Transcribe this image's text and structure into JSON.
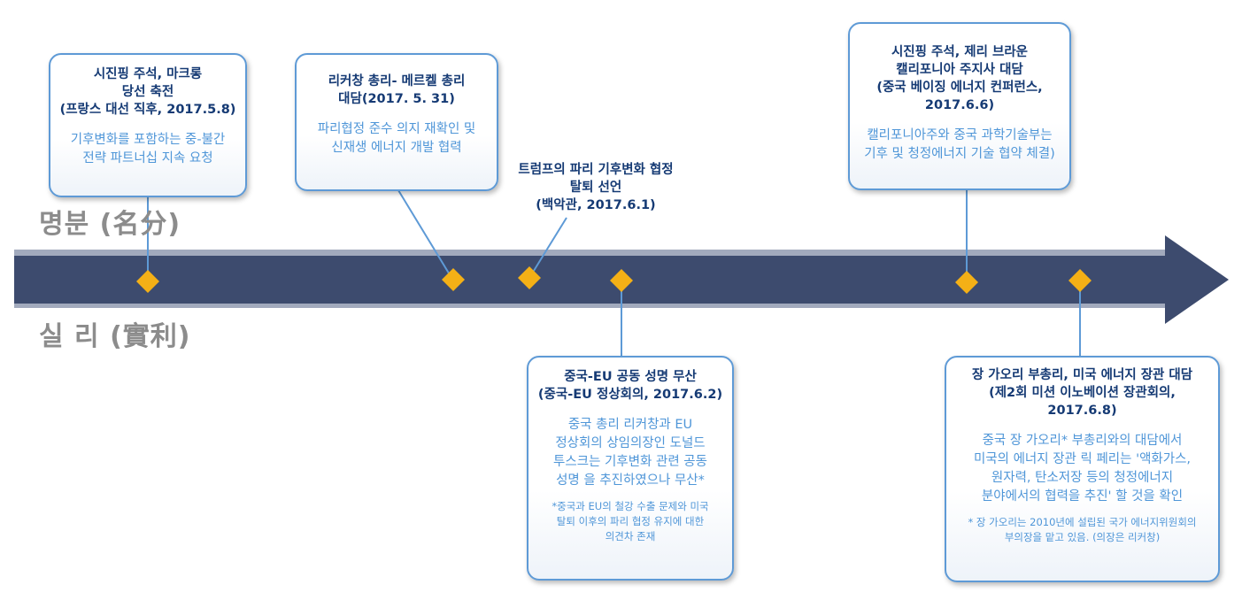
{
  "labels": {
    "top": "명분 (名分)",
    "bottom": "실 리 (實利)"
  },
  "events": {
    "e1": {
      "title": [
        "시진핑 주석, 마크롱",
        "당선 축전",
        "(프랑스 대선 직후, 2017.5.8)"
      ],
      "desc": [
        "기후변화를 포함하는 중-불간",
        "전략 파트너십 지속 요청"
      ]
    },
    "e2": {
      "title": [
        "리커창 총리- 메르켈 총리",
        "대담(2017. 5. 31)"
      ],
      "desc": [
        "파리협정 준수 의지 재확인 및",
        "신재생 에너지 개발 협력"
      ]
    },
    "e3": {
      "title": [
        "트럼프의 파리 기후변화 협정",
        "탈퇴 선언",
        "(백악관, 2017.6.1)"
      ]
    },
    "e4": {
      "title": [
        "시진핑 주석, 제리 브라운",
        "캘리포니아 주지사 대담",
        "(중국 베이징 에너지 컨퍼런스,",
        "2017.6.6)"
      ],
      "desc": [
        "캘리포니아주와 중국 과학기술부는",
        "기후 및 청정에너지 기술 협약 체결)"
      ]
    },
    "e5": {
      "title": [
        "중국-EU 공동 성명 무산",
        "(중국-EU 정상회의, 2017.6.2)"
      ],
      "desc": [
        "중국 총리 리커창과 EU",
        "정상회의 상임의장인 도널드",
        "투스크는 기후변화 관련 공동",
        "성명 을 추진하였으나 무산*"
      ],
      "note": [
        "*중국과 EU의 철강 수출 문제와 미국",
        "탈퇴 이후의 파리 협정 유지에 대한",
        "의견차 존재"
      ]
    },
    "e6": {
      "title": [
        "장 가오리 부총리, 미국 에너지 장관 대담",
        "(제2회 미션 이노베이션 장관회의,",
        "2017.6.8)"
      ],
      "desc": [
        "중국 장 가오리* 부총리와의 대담에서",
        "미국의 에너지 장관 릭 페리는 '액화가스,",
        "원자력, 탄소저장 등의 청정에너지",
        "분야에서의 협력을 추진' 할 것을 확인"
      ],
      "note": [
        "* 장 가오리는 2010년에 설립된 국가 에너지위원회의",
        "부의장을 맡고 있음. (의장은 리커창)"
      ]
    }
  },
  "colors": {
    "arrow": "#3d4b6e",
    "arrow_edge": "#9aa3b8",
    "marker": "#f4b016",
    "connector": "#5e9ad6",
    "title": "#153a74",
    "desc": "#4f96d8",
    "side_label": "#8c8c8c"
  }
}
